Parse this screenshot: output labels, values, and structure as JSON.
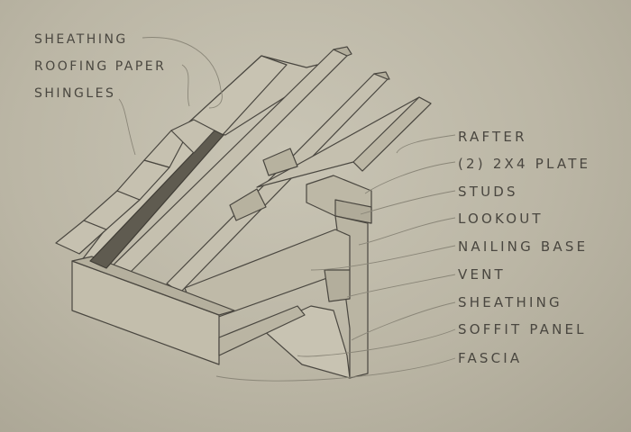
{
  "diagram": {
    "labels_left": [
      {
        "id": "sheathing-top",
        "text": "SHEATHING"
      },
      {
        "id": "roofing-paper",
        "text": "ROOFING PAPER"
      },
      {
        "id": "shingles",
        "text": "SHINGLES"
      }
    ],
    "labels_right": [
      {
        "id": "rafter",
        "text": "RAFTER"
      },
      {
        "id": "plate",
        "text": "(2) 2X4 PLATE"
      },
      {
        "id": "studs",
        "text": "STUDS"
      },
      {
        "id": "lookout",
        "text": "LOOKOUT"
      },
      {
        "id": "nailing-base",
        "text": "NAILING BASE"
      },
      {
        "id": "vent",
        "text": "VENT"
      },
      {
        "id": "sheathing",
        "text": "SHEATHING"
      },
      {
        "id": "soffit-panel",
        "text": "SOFFIT PANEL"
      },
      {
        "id": "fascia",
        "text": "FASCIA"
      }
    ],
    "colors": {
      "paper": "#c4bfae",
      "ink": "#4a4740",
      "wood": "#c2bdac",
      "wood_dark": "#aaa593",
      "paper_strip": "#5f5b50"
    }
  }
}
